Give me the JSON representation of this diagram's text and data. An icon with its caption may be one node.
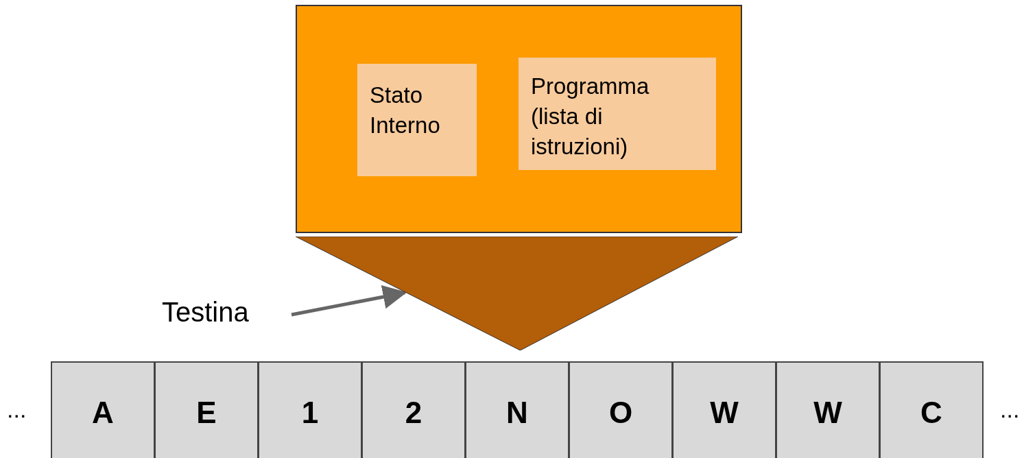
{
  "diagram": {
    "nodes": [
      {
        "text": [],
        "shape": "box"
      },
      {
        "text": [
          "Stato Interno"
        ],
        "in": 0
      },
      {
        "text": [
          "Programma (lista di istruzioni)"
        ],
        "in": 0
      },
      {
        "text": [],
        "shape": "triangle"
      },
      {
        "text": [
          "Testina"
        ]
      },
      {
        "text": [
          "A"
        ]
      },
      {
        "text": [
          "E"
        ]
      },
      {
        "text": [
          "1"
        ]
      },
      {
        "text": [
          "2"
        ]
      },
      {
        "text": [
          "N"
        ]
      },
      {
        "text": [
          "O"
        ]
      },
      {
        "text": [
          "W"
        ]
      },
      {
        "text": [
          "W"
        ]
      },
      {
        "text": [
          "C"
        ]
      }
    ],
    "edges": [
      {
        "from": 4,
        "to": 3,
        "arrow": "to"
      }
    ],
    "labels": [
      "...",
      "..."
    ]
  }
}
